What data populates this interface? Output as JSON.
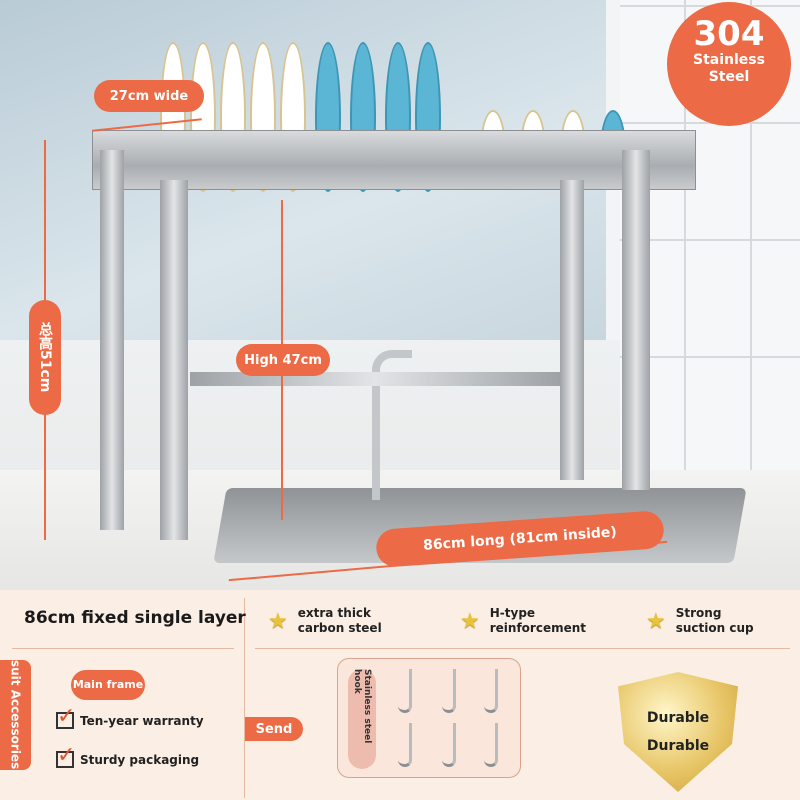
{
  "photo": {
    "width_label": "27cm wide",
    "total_height_label": "总高51cm",
    "inner_height_label": "High 47cm",
    "length_label": "86cm long (81cm inside)",
    "material_badge": {
      "number": "304",
      "text_line1": "Stainless",
      "text_line2": "Steel"
    }
  },
  "panel": {
    "title": "86cm fixed single layer",
    "features": [
      {
        "icon": "star-icon",
        "line1": "extra thick",
        "line2": "carbon steel"
      },
      {
        "icon": "star-icon",
        "line1": "H-type",
        "line2": "reinforcement"
      },
      {
        "icon": "star-icon",
        "line1": "Strong",
        "line2": "suction cup"
      }
    ],
    "accessories_tab": "suit Accessories",
    "main_frame_label": "Main frame",
    "checklist": [
      "Ten-year warranty",
      "Sturdy packaging"
    ],
    "send_label": "Send",
    "hook_label": "Stainless steel hook",
    "shield_text": [
      "Durable",
      "Durable"
    ]
  },
  "colors": {
    "accent": "#ec6a45",
    "panel_bg": "#fbeee4",
    "gold": "#e7c566"
  }
}
